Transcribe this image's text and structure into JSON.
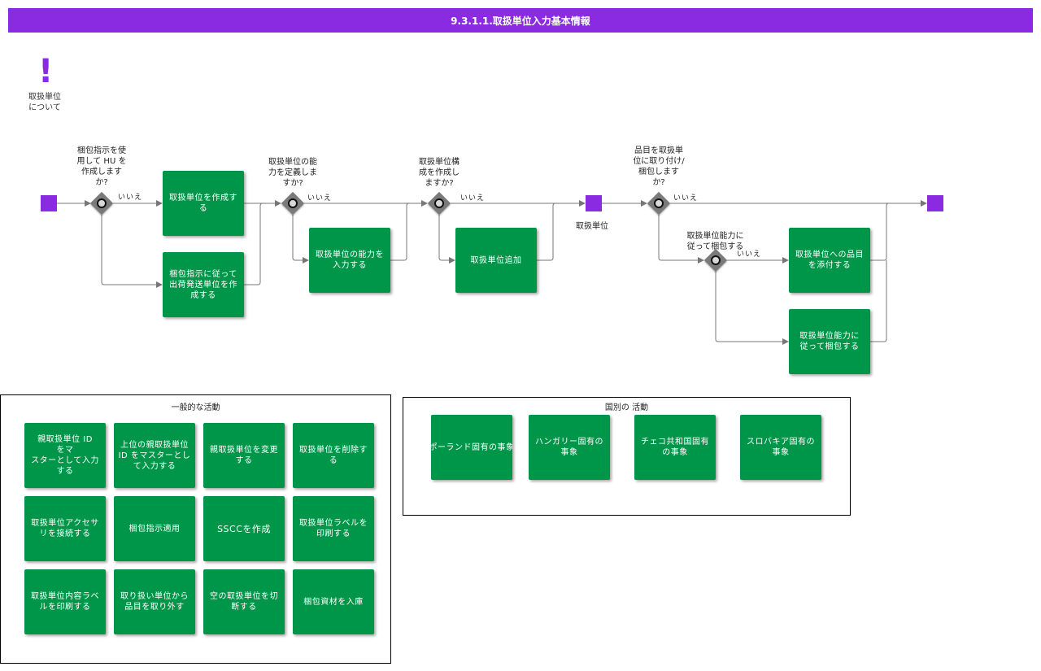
{
  "header": {
    "title": "9.3.1.1.取扱単位入力基本情報"
  },
  "info": {
    "icon": "exclamation-icon",
    "label": "取扱単位\nについて"
  },
  "flow": {
    "q1": "梱包指示を使\n用して HU を\n作成します\nか?",
    "q2": "取扱単位の能\n力を定義しま\nすか?",
    "q3": "取扱単位構\n成を作成し\nますか?",
    "q4": "品目を取扱単\n位に取り付け/\n梱包します\nか?",
    "q5": "取扱単位能力に\n従って梱包する",
    "no": "いいえ",
    "mid_event": "取扱単位",
    "task_create_hu": "取扱単位を作成す\nる",
    "task_create_shipping": "梱包指示に従って\n出荷発送単位を作\n成する",
    "task_enter_capacity": "取扱単位の能力を\n入力する",
    "task_add_hu": "取扱単位追加",
    "task_attach_item": "取扱単位への品目\nを添付する",
    "task_pack_capacity": "取扱単位能力に\n従って梱包する"
  },
  "general": {
    "title": "一般的な活動",
    "tasks": [
      "親取扱単位 ID\nをマ\nスターとして入力\nする",
      "上位の親取扱単位\nID をマスターとし\nて入力する",
      "親取扱単位を変更\nする",
      "取扱単位を削除す\nる",
      "取扱単位アクセサ\nリを接続する",
      "梱包指示適用",
      "SSCCを作成",
      "取扱単位ラベルを\n印刷する",
      "取扱単位内容ラベ\nルを印刷する",
      "取り扱い単位から\n品目を取り外す",
      "空の取扱単位を切\n断する",
      "梱包資材を入庫"
    ]
  },
  "country": {
    "title": "国別の 活動",
    "tasks": [
      "ポーランド固有の事象",
      "ハンガリー固有の\n事象",
      "チェコ共和国固有\nの事象",
      "スロバキア固有の\n事象"
    ]
  },
  "colors": {
    "header": "#8a2be2",
    "event": "#8a2be2",
    "task": "#00964a",
    "gateway": "#7a7a7a",
    "line": "#777777"
  }
}
